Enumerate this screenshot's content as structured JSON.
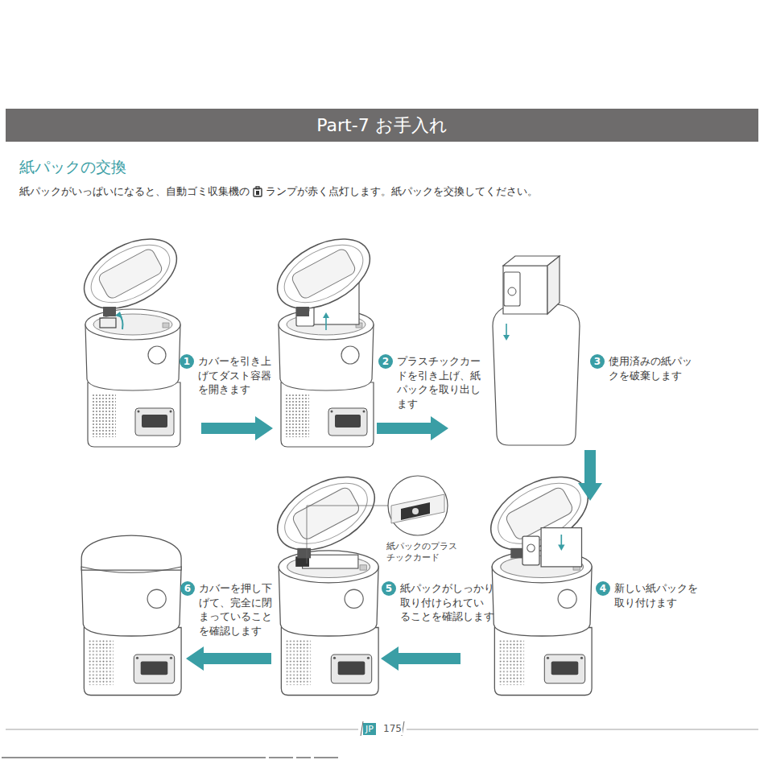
{
  "diagram": {
    "title": "紙パックの交換",
    "nodes": [
      {
        "text": [
          "Part-7 お手入れ"
        ]
      },
      {
        "text": [
          "1",
          "カバーを引き上 げてダスト容器 を開きます"
        ]
      },
      {
        "text": [
          "2",
          "プラスチックカー ドを引き上げ、紙 パックを取り出し ます"
        ]
      },
      {
        "text": [
          "3",
          "使用済みの紙パッ クを破棄します"
        ]
      },
      {
        "text": [
          "4",
          "新しい紙パックを 取り付けます"
        ]
      },
      {
        "text": [
          "5",
          "紙パックがしっかり 取り付けられてい ることを確認します"
        ]
      },
      {
        "text": [
          "6",
          "カバーを押し下 げて、完全に閉 まっていること を確認します"
        ]
      }
    ],
    "edges": [
      {
        "from": 1,
        "to": 2,
        "arrow": "to"
      },
      {
        "from": 2,
        "to": 3,
        "arrow": "to"
      },
      {
        "from": 3,
        "to": 4,
        "arrow": "to"
      },
      {
        "from": 4,
        "to": 5,
        "arrow": "to"
      },
      {
        "from": 5,
        "to": 6,
        "arrow": "to"
      }
    ],
    "labels": [
      "紙パックがいっぱいになると、自動ゴミ収集機の",
      "ランプが赤く点灯します。紙パックを交換してください。",
      "紙パックのプラス チックカード",
      "JP",
      "175"
    ]
  }
}
